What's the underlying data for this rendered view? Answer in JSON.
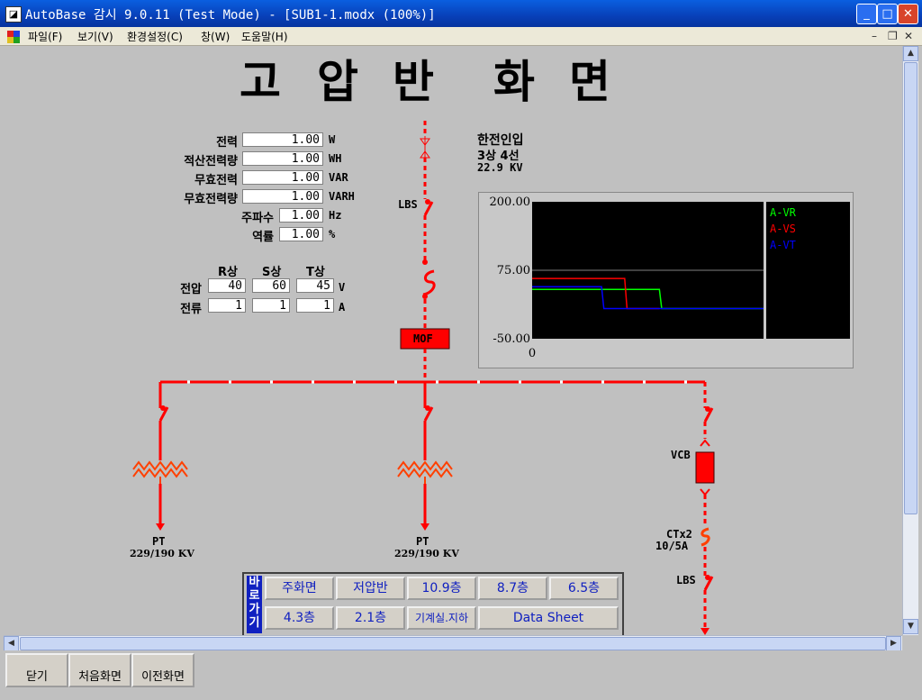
{
  "window": {
    "title": "AutoBase 감시 9.0.11 (Test Mode) - [SUB1-1.modx (100%)]",
    "app_icon": "autobase-app-icon"
  },
  "menu": {
    "items": [
      "파일(F)",
      "보기(V)",
      "환경설정(C)",
      "창(W)",
      "도움말(H)"
    ]
  },
  "page": {
    "title_chars": [
      "고",
      "압",
      "반",
      "화",
      "면"
    ]
  },
  "measurements": [
    {
      "label": "전력",
      "value": "1.00",
      "unit": "W"
    },
    {
      "label": "적산전력량",
      "value": "1.00",
      "unit": "WH"
    },
    {
      "label": "무효전력",
      "value": "1.00",
      "unit": "VAR"
    },
    {
      "label": "무효전력량",
      "value": "1.00",
      "unit": "VARH"
    },
    {
      "label": "주파수",
      "value": "1.00",
      "unit": "Hz"
    },
    {
      "label": "역률",
      "value": "1.00",
      "unit": "%"
    }
  ],
  "phase_table": {
    "headers": [
      "R상",
      "S상",
      "T상"
    ],
    "rows": [
      {
        "label": "전압",
        "values": [
          "40",
          "60",
          "45"
        ],
        "unit": "V"
      },
      {
        "label": "전류",
        "values": [
          "1",
          "1",
          "1"
        ],
        "unit": "A"
      }
    ]
  },
  "supply_info": {
    "line1": "한전인입",
    "line2": "3상 4선",
    "line3": "22.9 KV"
  },
  "diagram": {
    "lbs_top": "LBS",
    "mof": "MOF",
    "pt_left": "PT",
    "pt_left_rating": "229/190 KV",
    "pt_mid": "PT",
    "pt_mid_rating": "229/190 KV",
    "vcb": "VCB",
    "ct_label": "CTx2",
    "ct_ratio": "10/5A",
    "lbs_right": "LBS",
    "line_color": "#ff0000",
    "symbol_color": "#ff4000"
  },
  "chart_data": {
    "type": "line",
    "ylim": [
      -50,
      200
    ],
    "yticks": [
      "200.00",
      "75.00",
      "-50.00"
    ],
    "xtick": "0",
    "reference_line": 75,
    "series": [
      {
        "name": "A-VR",
        "color": "#00ff00",
        "x": [
          0,
          0.55,
          0.56,
          1.0
        ],
        "values": [
          40,
          40,
          5,
          5
        ]
      },
      {
        "name": "A-VS",
        "color": "#ff0000",
        "x": [
          0,
          0.4,
          0.41,
          0.55
        ],
        "values": [
          60,
          60,
          5,
          5
        ]
      },
      {
        "name": "A-VT",
        "color": "#0000ff",
        "x": [
          0,
          0.3,
          0.31,
          1.0
        ],
        "values": [
          45,
          45,
          5,
          5
        ]
      }
    ]
  },
  "nav": {
    "label": "바로가기",
    "row1": [
      "주화면",
      "저압반",
      "10.9층",
      "8.7층",
      "6.5층"
    ],
    "row2": [
      "4.3층",
      "2.1층",
      "기계실.지하",
      "Data Sheet"
    ]
  },
  "bottom": {
    "buttons": [
      "닫기",
      "처음화면",
      "이전화면"
    ]
  }
}
